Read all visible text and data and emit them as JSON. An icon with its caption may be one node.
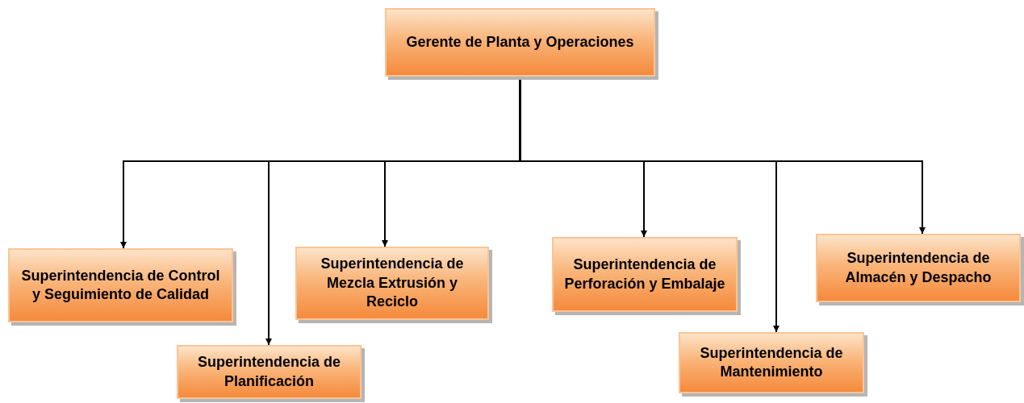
{
  "diagram": {
    "nodes": [
      {
        "text": [
          "Gerente de Planta y Operaciones"
        ]
      },
      {
        "text": [
          "Superintendencia de Control y Seguimiento de Calidad"
        ]
      },
      {
        "text": [
          "Superintendencia de Planificación"
        ]
      },
      {
        "text": [
          "Superintendencia de Mezcla Extrusión y Reciclo"
        ]
      },
      {
        "text": [
          "Superintendencia de Perforación y Embalaje"
        ]
      },
      {
        "text": [
          "Superintendencia de Mantenimiento"
        ]
      },
      {
        "text": [
          "Superintendencia de Almacén y Despacho"
        ]
      }
    ],
    "edges": [
      {
        "from": 0,
        "to": 1,
        "arrow": "to"
      },
      {
        "from": 0,
        "to": 2,
        "arrow": "to"
      },
      {
        "from": 0,
        "to": 3,
        "arrow": "to"
      },
      {
        "from": 0,
        "to": 4,
        "arrow": "to"
      },
      {
        "from": 0,
        "to": 5,
        "arrow": "to"
      },
      {
        "from": 0,
        "to": 6,
        "arrow": "to"
      }
    ]
  }
}
